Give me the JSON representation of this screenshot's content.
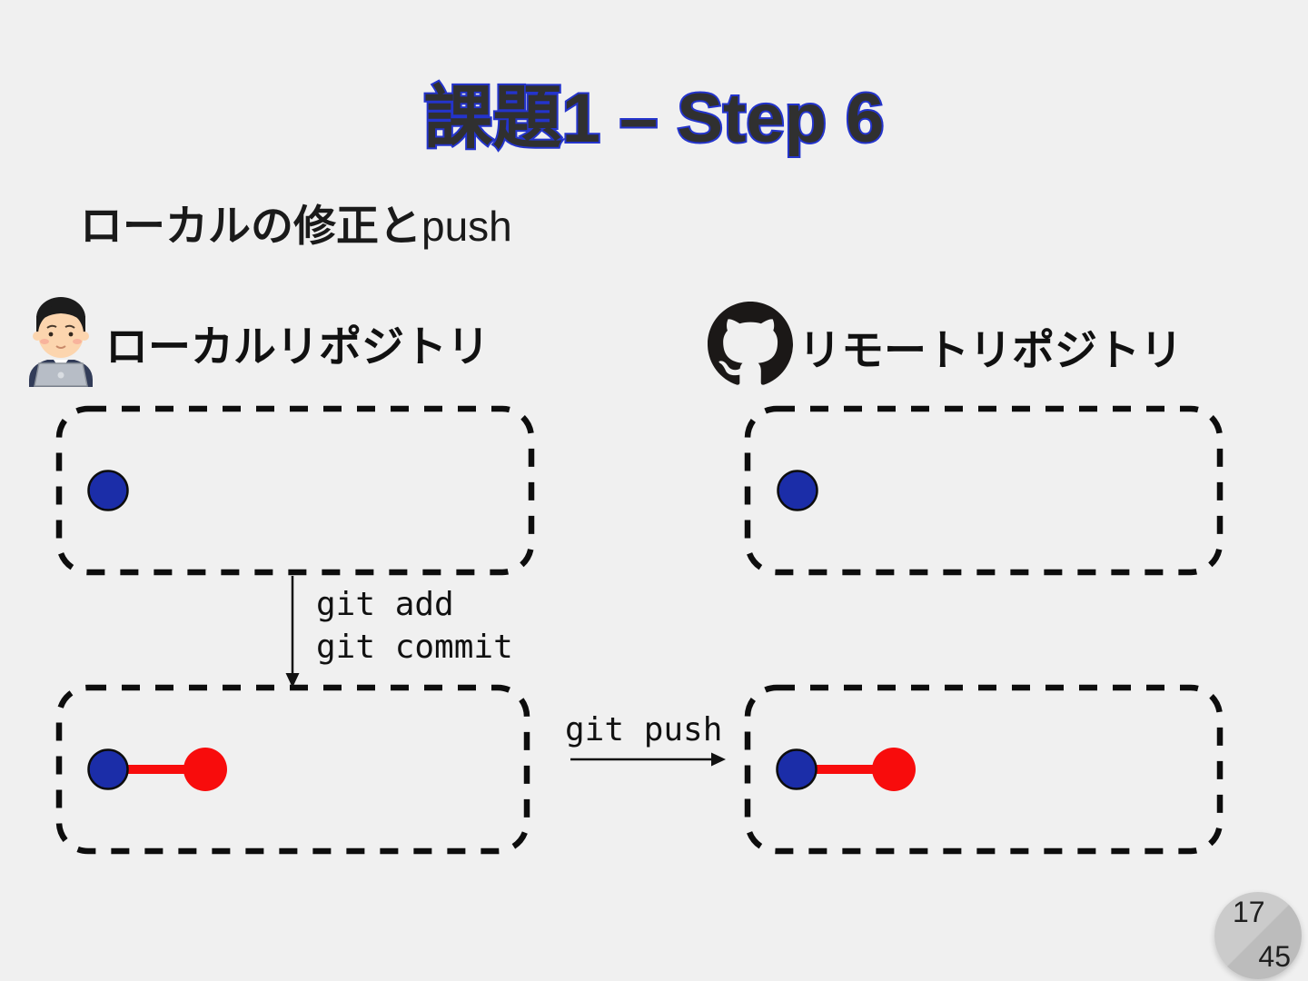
{
  "slide": {
    "background_color": "#f0f0f0",
    "title": "課題1 – Step 6",
    "subtitle_jp": "ローカルの修正と",
    "subtitle_latin": "push"
  },
  "headers": {
    "local": {
      "label": "ローカルリポジトリ",
      "icon": "person-at-laptop-icon"
    },
    "remote": {
      "label": "リモートリポジトリ",
      "icon": "github-icon"
    }
  },
  "diagram": {
    "boxes": [
      "local-before",
      "remote-before",
      "local-after",
      "remote-after"
    ],
    "arrow_add_commit": {
      "line1": "git add",
      "line2": "git commit",
      "direction": "down"
    },
    "arrow_push": {
      "label": "git push",
      "direction": "right"
    }
  },
  "colors": {
    "existing_commit": "#1b2da8",
    "new_commit": "#f80c0c",
    "edge": "#f80c0c",
    "box_border": "#0d0d0d",
    "title_fill": "#303030",
    "title_stroke": "#2434cc",
    "badge_upper": "#cbcbcb",
    "badge_lower": "#bcbcbc"
  },
  "page_badge": {
    "current": "17",
    "total": "45"
  }
}
